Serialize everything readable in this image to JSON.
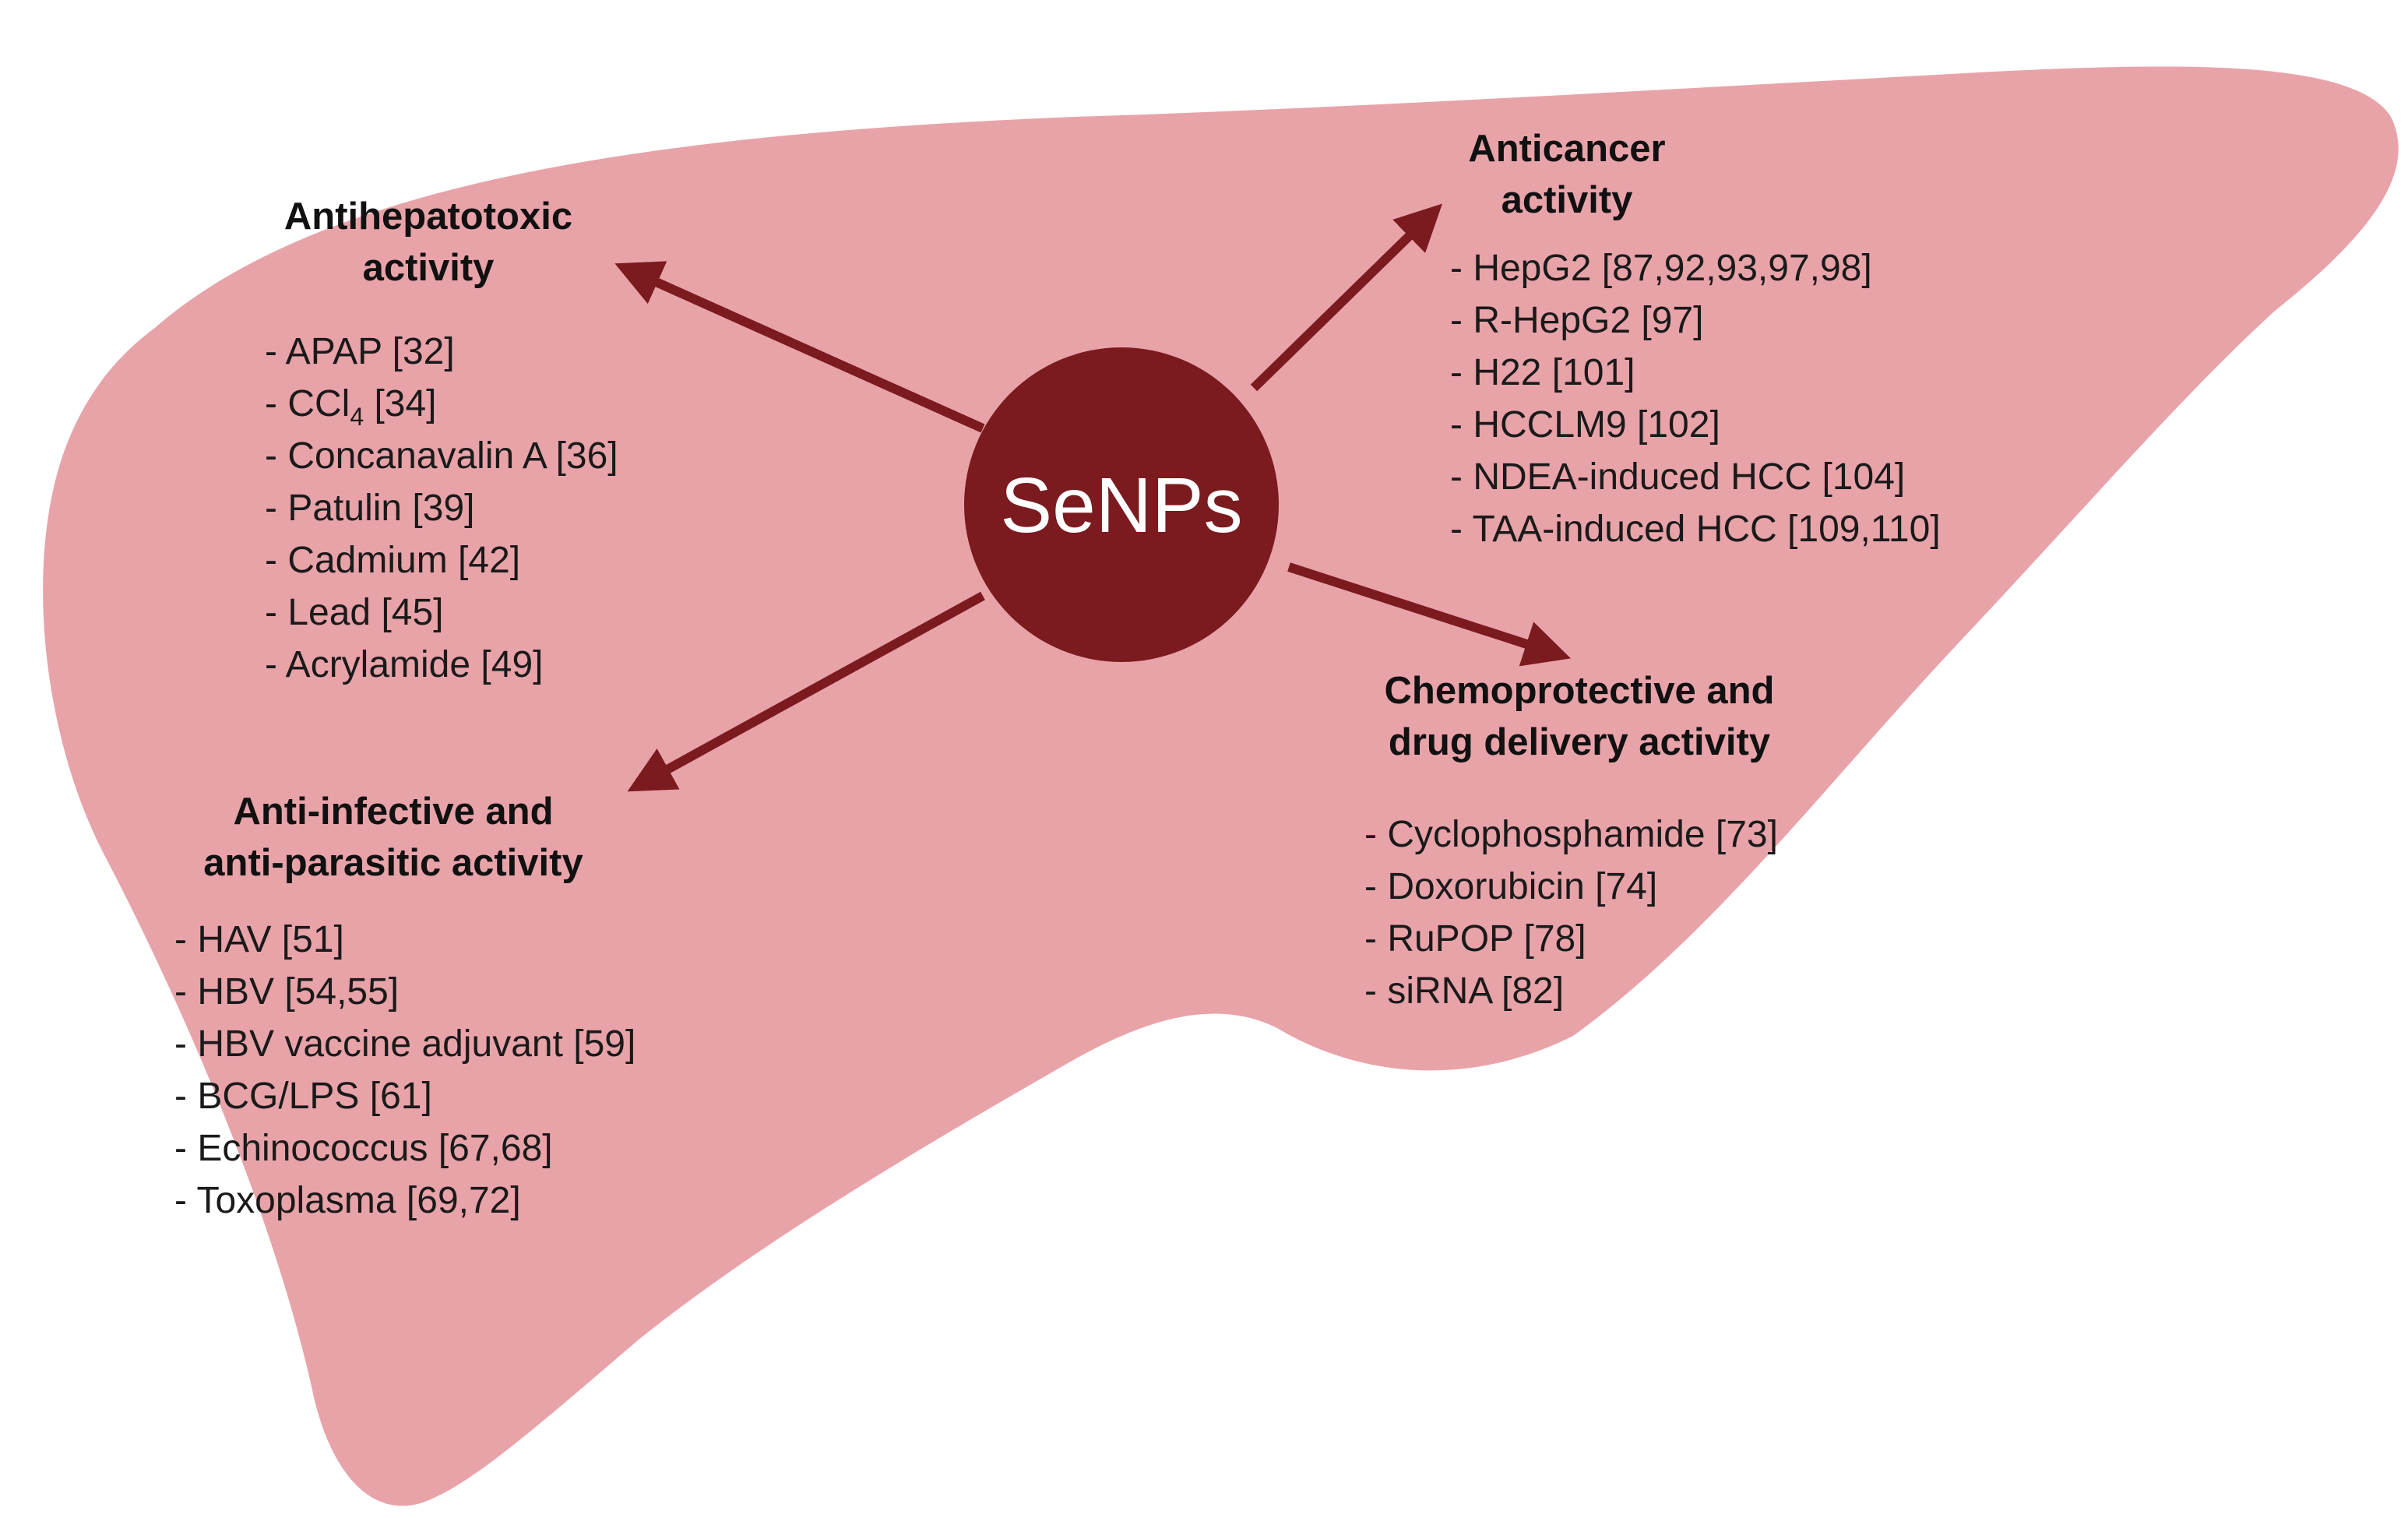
{
  "center": {
    "label": "SeNPs"
  },
  "groups": {
    "antihepatotoxic": {
      "heading": [
        "Antihepatotoxic",
        "activity"
      ],
      "items": [
        {
          "prefix": "- APAP [32]"
        },
        {
          "prefix": "- CCl",
          "sub": "4",
          "suffix": " [34]"
        },
        {
          "prefix": "- Concanavalin A [36]"
        },
        {
          "prefix": "- Patulin [39]"
        },
        {
          "prefix": "- Cadmium [42]"
        },
        {
          "prefix": "- Lead [45]"
        },
        {
          "prefix": "- Acrylamide [49]"
        }
      ]
    },
    "anticancer": {
      "heading": [
        "Anticancer",
        "activity"
      ],
      "items": [
        {
          "prefix": "- HepG2 [87,92,93,97,98]"
        },
        {
          "prefix": "- R-HepG2 [97]"
        },
        {
          "prefix": "- H22 [101]"
        },
        {
          "prefix": "- HCCLM9 [102]"
        },
        {
          "prefix": "- NDEA-induced HCC [104]"
        },
        {
          "prefix": "- TAA-induced  HCC [109,110]"
        }
      ]
    },
    "anti_infective": {
      "heading": [
        "Anti-infective and",
        "anti-parasitic activity"
      ],
      "items": [
        {
          "prefix": "- HAV [51]"
        },
        {
          "prefix": "- HBV [54,55]"
        },
        {
          "prefix": "- HBV vaccine adjuvant [59]"
        },
        {
          "prefix": "- BCG/LPS [61]"
        },
        {
          "prefix": "- Echinococcus [67,68]"
        },
        {
          "prefix": "- Toxoplasma [69,72]"
        }
      ]
    },
    "chemoprotective": {
      "heading": [
        "Chemoprotective and",
        "drug delivery activity"
      ],
      "items": [
        {
          "prefix": "- Cyclophosphamide [73]"
        },
        {
          "prefix": "- Doxorubicin [74]"
        },
        {
          "prefix": "- RuPOP [78]"
        },
        {
          "prefix": "- siRNA [82]"
        }
      ]
    }
  },
  "colors": {
    "liver": "#e8a3a9",
    "center_circle": "#7b1a1f",
    "arrow": "#7b1a1f"
  }
}
